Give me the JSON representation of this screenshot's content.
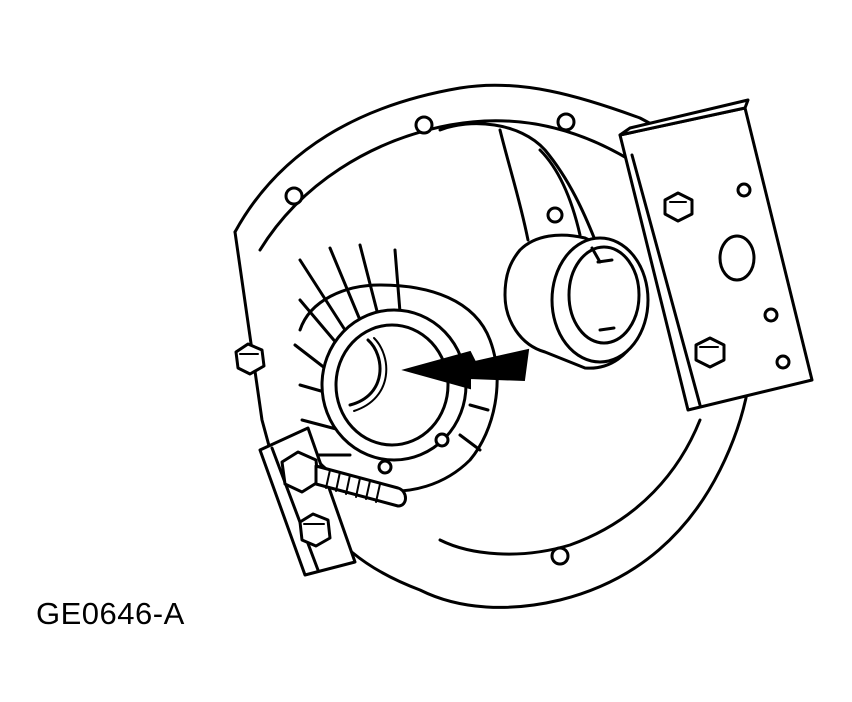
{
  "figure": {
    "label": "GE0646-A",
    "colors": {
      "line": "#000000",
      "background": "#ffffff"
    },
    "parts": [
      "housing-gasket-surface",
      "differential-bearing-bore",
      "shaft-seal-sleeve",
      "mounting-plate-right",
      "mounting-plate-left",
      "tool-bolt",
      "insertion-arrow"
    ]
  }
}
